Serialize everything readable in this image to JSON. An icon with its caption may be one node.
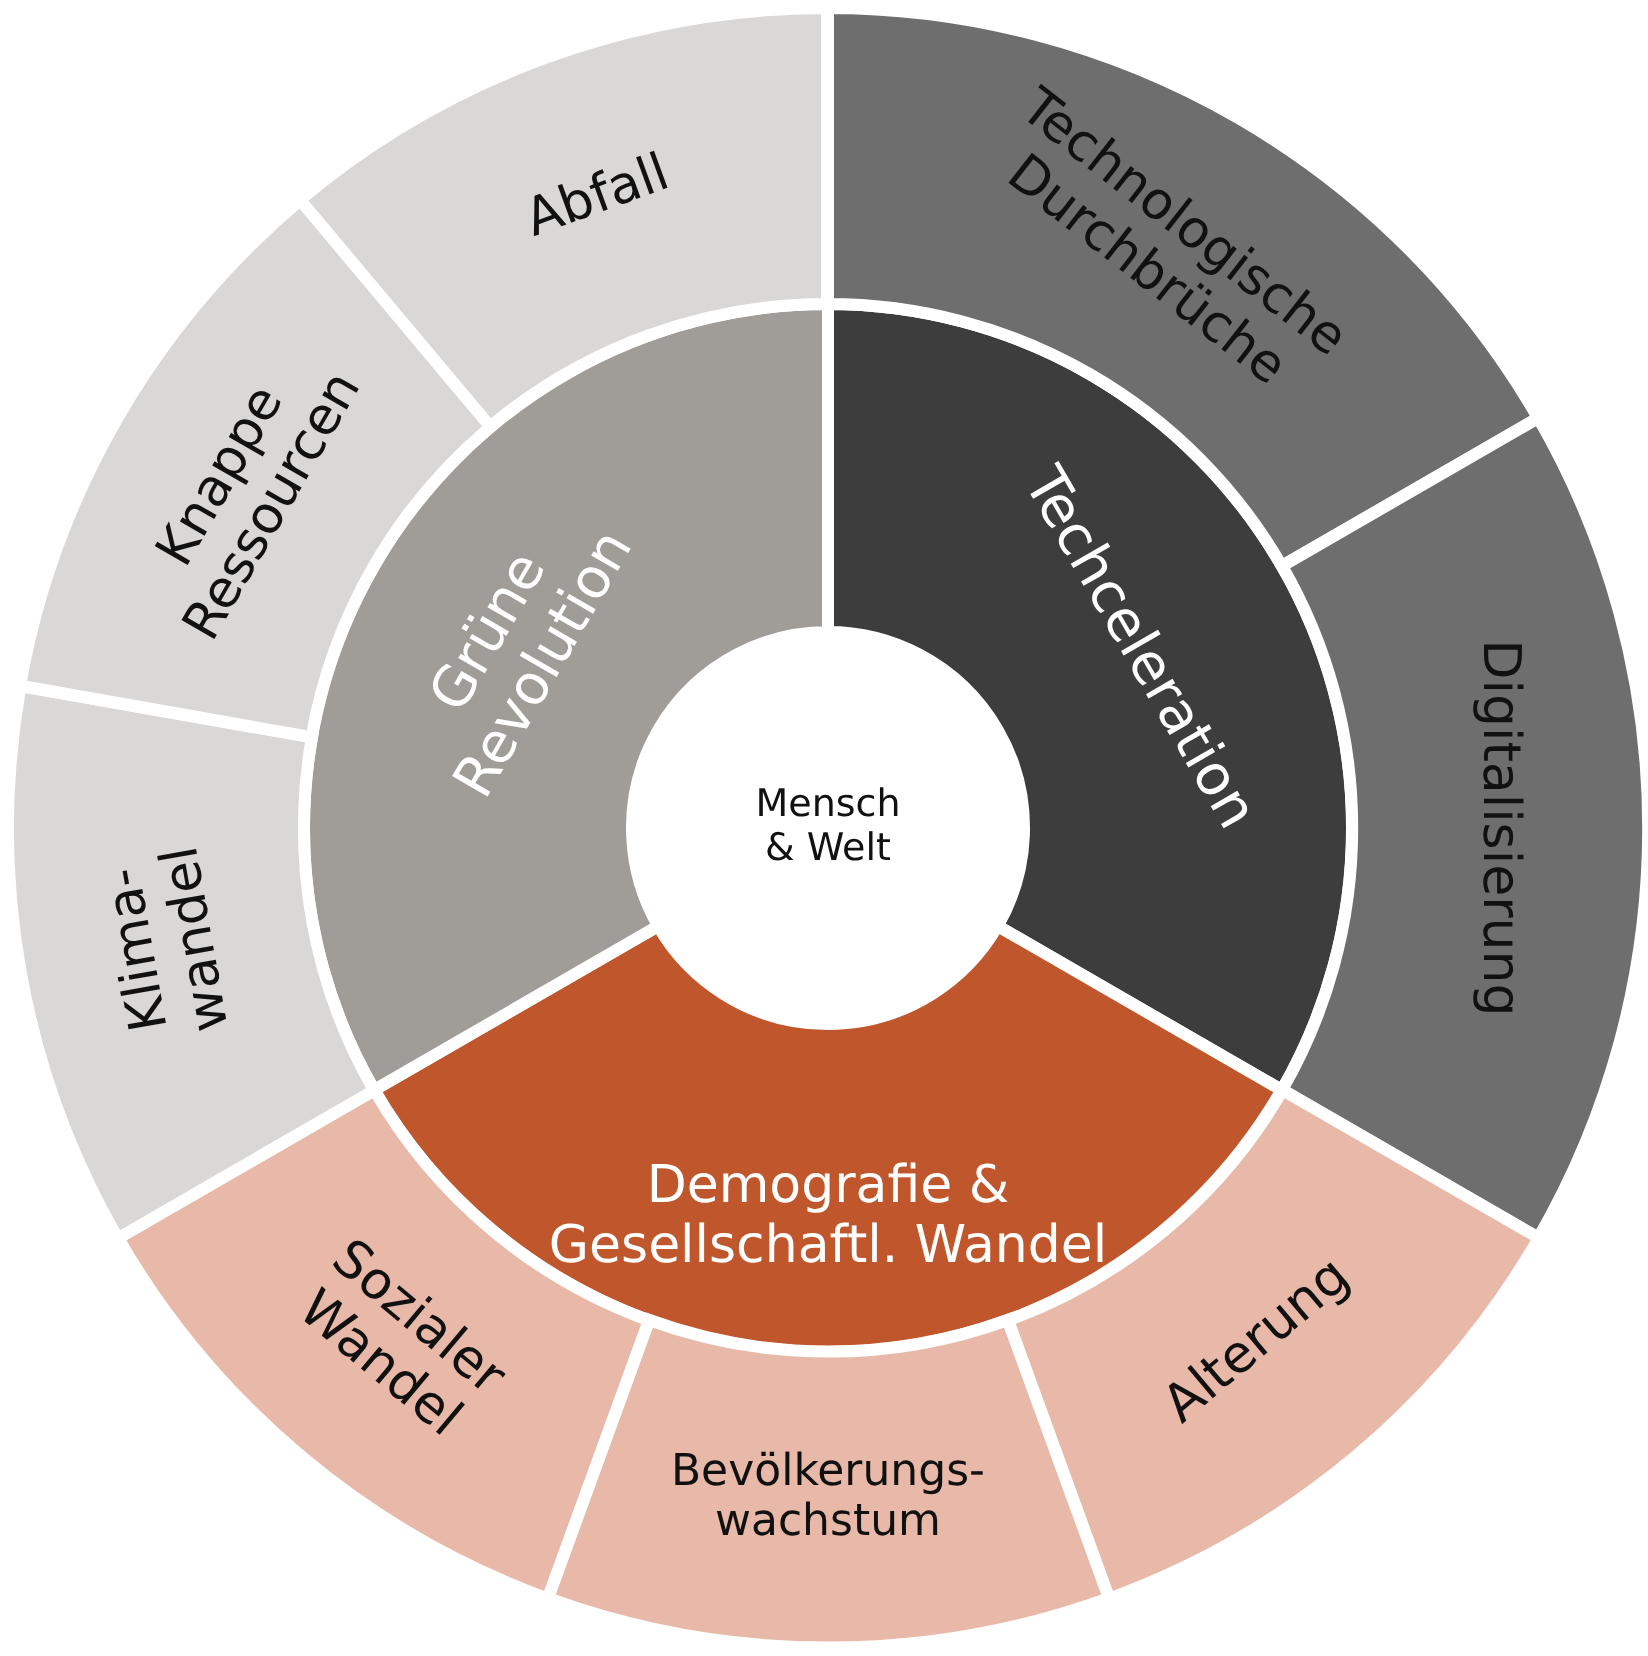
{
  "diagram": {
    "nodes": [
      {
        "text": [
          "Mensch & Welt"
        ]
      },
      {
        "text": [
          "Techceleration"
        ]
      },
      {
        "text": [
          "Demografie & Gesellschaftl. Wandel"
        ]
      },
      {
        "text": [
          "Grüne Revolution"
        ]
      },
      {
        "text": [
          "Technologische Durchbrüche"
        ]
      },
      {
        "text": [
          "Digitalisierung"
        ]
      },
      {
        "text": [
          "Alterung"
        ]
      },
      {
        "text": [
          "Bevölkerungs- wachstum"
        ]
      },
      {
        "text": [
          "Sozialer Wandel"
        ]
      },
      {
        "text": [
          "Klima- wandel"
        ]
      },
      {
        "text": [
          "Knappe Ressourcen"
        ]
      },
      {
        "text": [
          "Abfall"
        ]
      }
    ]
  }
}
